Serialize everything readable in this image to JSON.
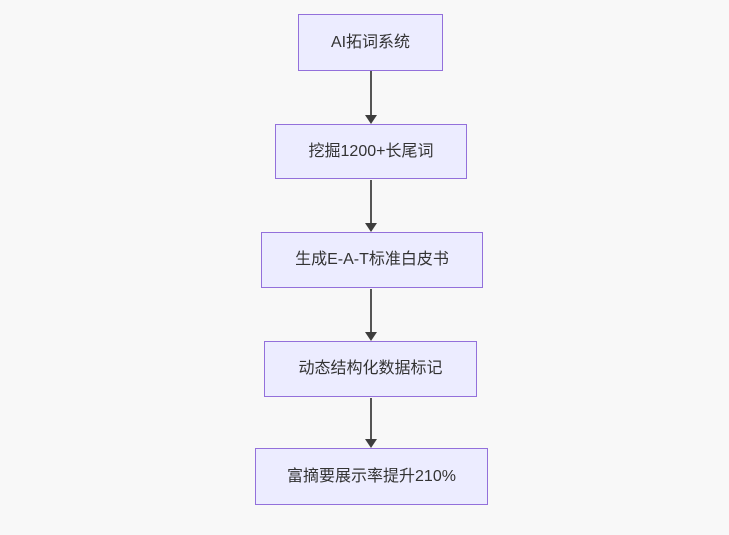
{
  "page": {
    "background_color": "#f8f8f8"
  },
  "flowchart": {
    "type": "flowchart-vertical",
    "colors": {
      "node_fill": "#ECECFF",
      "node_border": "#9370DB",
      "text": "#333333",
      "arrow": "#3d3d3d"
    },
    "nodes": [
      {
        "id": "n1",
        "label": "AI拓词系统"
      },
      {
        "id": "n2",
        "label": "挖掘1200+长尾词"
      },
      {
        "id": "n3",
        "label": "生成E-A-T标准白皮书"
      },
      {
        "id": "n4",
        "label": "动态结构化数据标记"
      },
      {
        "id": "n5",
        "label": "富摘要展示率提升210%"
      }
    ],
    "edges": [
      {
        "from": "n1",
        "to": "n2",
        "style": "arrow-down"
      },
      {
        "from": "n2",
        "to": "n3",
        "style": "arrow-down"
      },
      {
        "from": "n3",
        "to": "n4",
        "style": "arrow-down"
      },
      {
        "from": "n4",
        "to": "n5",
        "style": "arrow-down"
      }
    ]
  }
}
